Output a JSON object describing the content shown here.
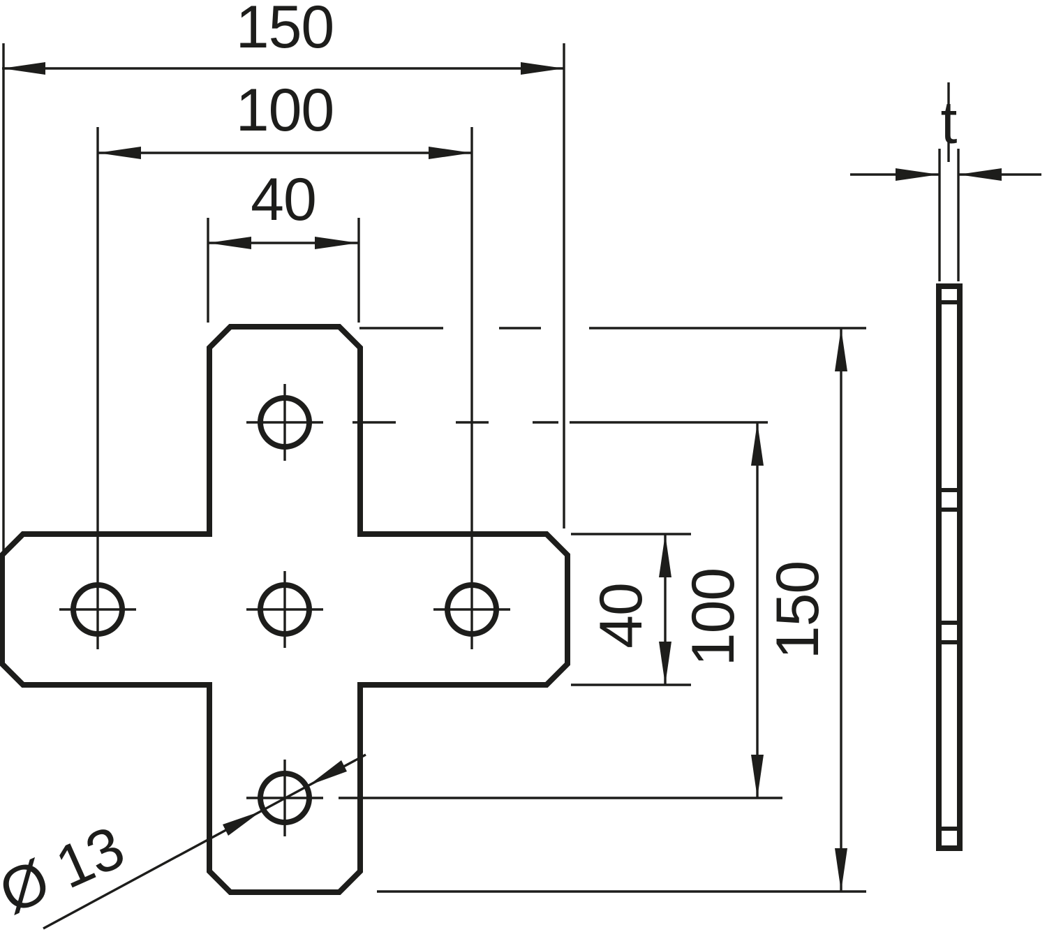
{
  "colors": {
    "line": "#1d1d1b",
    "background": "#ffffff"
  },
  "front_view": {
    "dims": {
      "overall_width": "150",
      "hole_spacing_width": "100",
      "arm_width": "40",
      "arm_height": "40",
      "hole_spacing_height": "100",
      "overall_height": "150"
    },
    "hole_callout": "Ø 13"
  },
  "side_view": {
    "thickness_label": "t"
  }
}
